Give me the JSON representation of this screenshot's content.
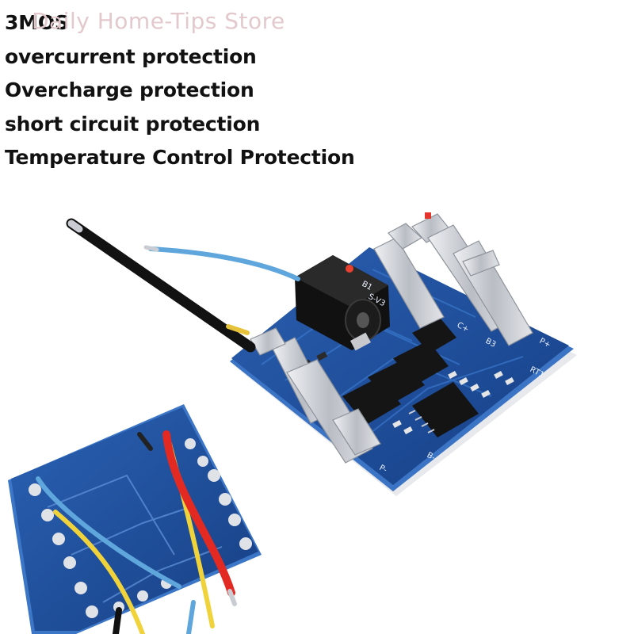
{
  "watermark": {
    "text": "Daily Home-Tips Store"
  },
  "features": [
    "3MOS",
    "overcurrent protection",
    "Overcharge protection",
    "short circuit protection",
    "Temperature Control Protection"
  ],
  "board_labels": {
    "b1": "B1",
    "s_v3": "S-V3",
    "c_plus": "C+",
    "b3": "B3",
    "p_plus": "P+",
    "rt1": "RT1",
    "p_minus": "P-",
    "b_minus": "B-"
  },
  "colors": {
    "pcb_blue": "#1f4f9e",
    "pcb_edge": "#2f66b8",
    "wire_black": "#141414",
    "wire_blue": "#5fa6dc",
    "wire_red": "#e22a22",
    "wire_yellow": "#f0d23a",
    "metal": "#c9ccd2",
    "watermark": "#e3c9cd"
  }
}
